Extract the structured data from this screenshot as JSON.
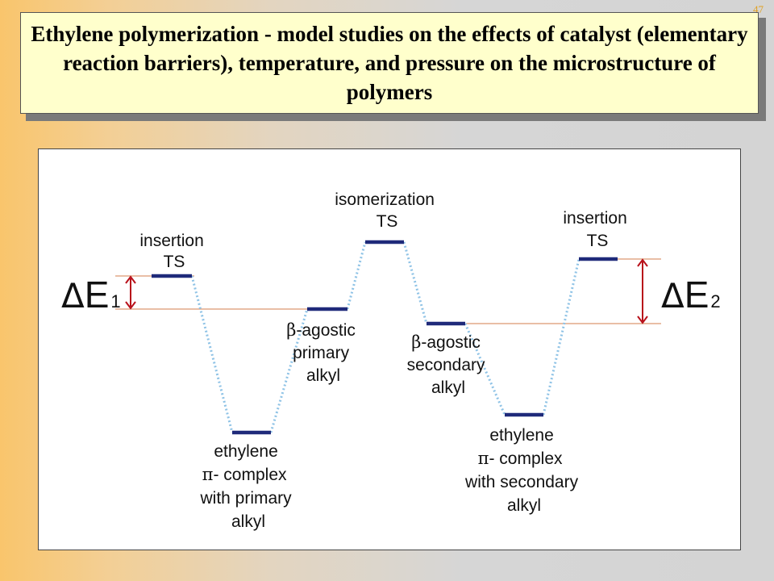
{
  "slide_number": "47",
  "title": "Ethylene polymerization - model studies on the effects of catalyst (elementary reaction barriers), temperature, and pressure on the microstructure of polymers",
  "diagram": {
    "states": [
      {
        "name": "insertion-ts-1",
        "lines": [
          "insertion",
          "TS"
        ]
      },
      {
        "name": "ethylene-complex-primary",
        "lines": [
          "ethylene",
          "- complex",
          "with primary",
          "alkyl"
        ],
        "greek": "π"
      },
      {
        "name": "beta-agostic-primary",
        "lines": [
          "-agostic",
          "primary",
          "alkyl"
        ],
        "greek": "β"
      },
      {
        "name": "isomerization-ts",
        "lines": [
          "isomerization",
          "TS"
        ]
      },
      {
        "name": "beta-agostic-secondary",
        "lines": [
          "-agostic",
          "secondary",
          "alkyl"
        ],
        "greek": "β"
      },
      {
        "name": "ethylene-complex-secondary",
        "lines": [
          "ethylene",
          "- complex",
          "with secondary",
          "alkyl"
        ],
        "greek": "π"
      },
      {
        "name": "insertion-ts-2",
        "lines": [
          "insertion",
          "TS"
        ]
      }
    ],
    "delta_e1": {
      "symbol": "Δ",
      "letter": "E",
      "subscript": "1"
    },
    "delta_e2": {
      "symbol": "Δ",
      "letter": "E",
      "subscript": "2"
    },
    "colors": {
      "level": "#1f2a7a",
      "connector": "#8fc3e6",
      "reference": "#e2a888",
      "arrow": "#b8101a"
    }
  }
}
